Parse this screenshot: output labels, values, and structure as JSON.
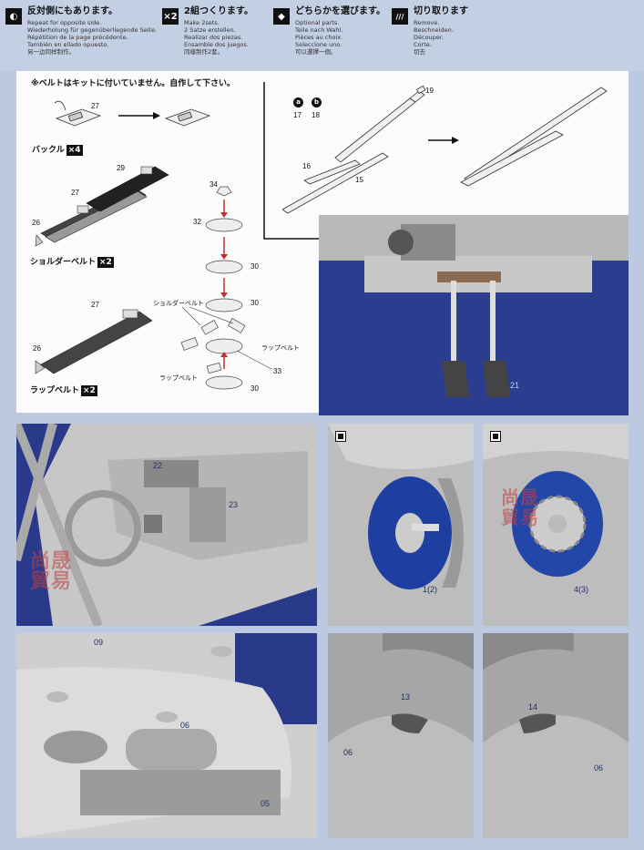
{
  "legend": [
    {
      "icon": "opposite-side-icon",
      "symbol": "◐",
      "title": "反対側にもあります。",
      "lines": [
        "Repeat for opposite side.",
        "Wiederholung für gegenüberliegende Seite.",
        "Répétition de la page précédente.",
        "También en ellado opuesto.",
        "另一边同样制作。"
      ]
    },
    {
      "icon": "make-two-sets-icon",
      "symbol": "×2",
      "title": "2組つくります。",
      "lines": [
        "Make 2sets.",
        "2 Satze erstellen.",
        "Realizar dos piezas.",
        "Ensamble dos juegos.",
        "同樣制作2套。"
      ]
    },
    {
      "icon": "optional-parts-icon",
      "symbol": "◆",
      "title": "どちらかを選びます。",
      "lines": [
        "Optional parts.",
        "Teile nach Wahl.",
        "Pièces au choix.",
        "Seleccione uno.",
        "可以選擇一個。"
      ]
    },
    {
      "icon": "cut-off-icon",
      "symbol": "///",
      "title": "切り取ります",
      "lines": [
        "Remove.",
        "Beschneiden.",
        "Découper.",
        "Corte.",
        "切去"
      ]
    }
  ],
  "instructions": {
    "note": "※ベルトはキットに付いていません。自作して下さい。",
    "buckle_label": "バックル",
    "buckle_qty": "×4",
    "shoulder_label": "ショルダーベルト",
    "shoulder_qty": "×2",
    "lap_label": "ラップベルト",
    "lap_qty": "×2",
    "diagram_shoulder": "ショルダーベルト",
    "diagram_lap1": "ラップベルト",
    "diagram_lap2": "ラップベルト",
    "option_a": "a",
    "option_b": "b",
    "parts": {
      "p27a": "27",
      "p29": "29",
      "p27b": "27",
      "p26a": "26",
      "p27c": "27",
      "p26b": "26",
      "p34": "34",
      "p32": "32",
      "p30a": "30",
      "p30b": "30",
      "p33": "33",
      "p30c": "30",
      "p19": "19",
      "p17": "17",
      "p18": "18",
      "p16": "16",
      "p15": "15"
    }
  },
  "photos": {
    "pedals_label": "21",
    "dash_label1": "22",
    "dash_label2": "23",
    "brake_left_label": "1(2)",
    "brake_right_label": "4(3)",
    "front_label1": "09",
    "front_label2": "06",
    "front_label3": "05",
    "mirror_left_label1": "13",
    "mirror_left_label2": "06",
    "mirror_right_label1": "14",
    "mirror_right_label2": "06",
    "watermark": "尚晟\n貿易"
  }
}
